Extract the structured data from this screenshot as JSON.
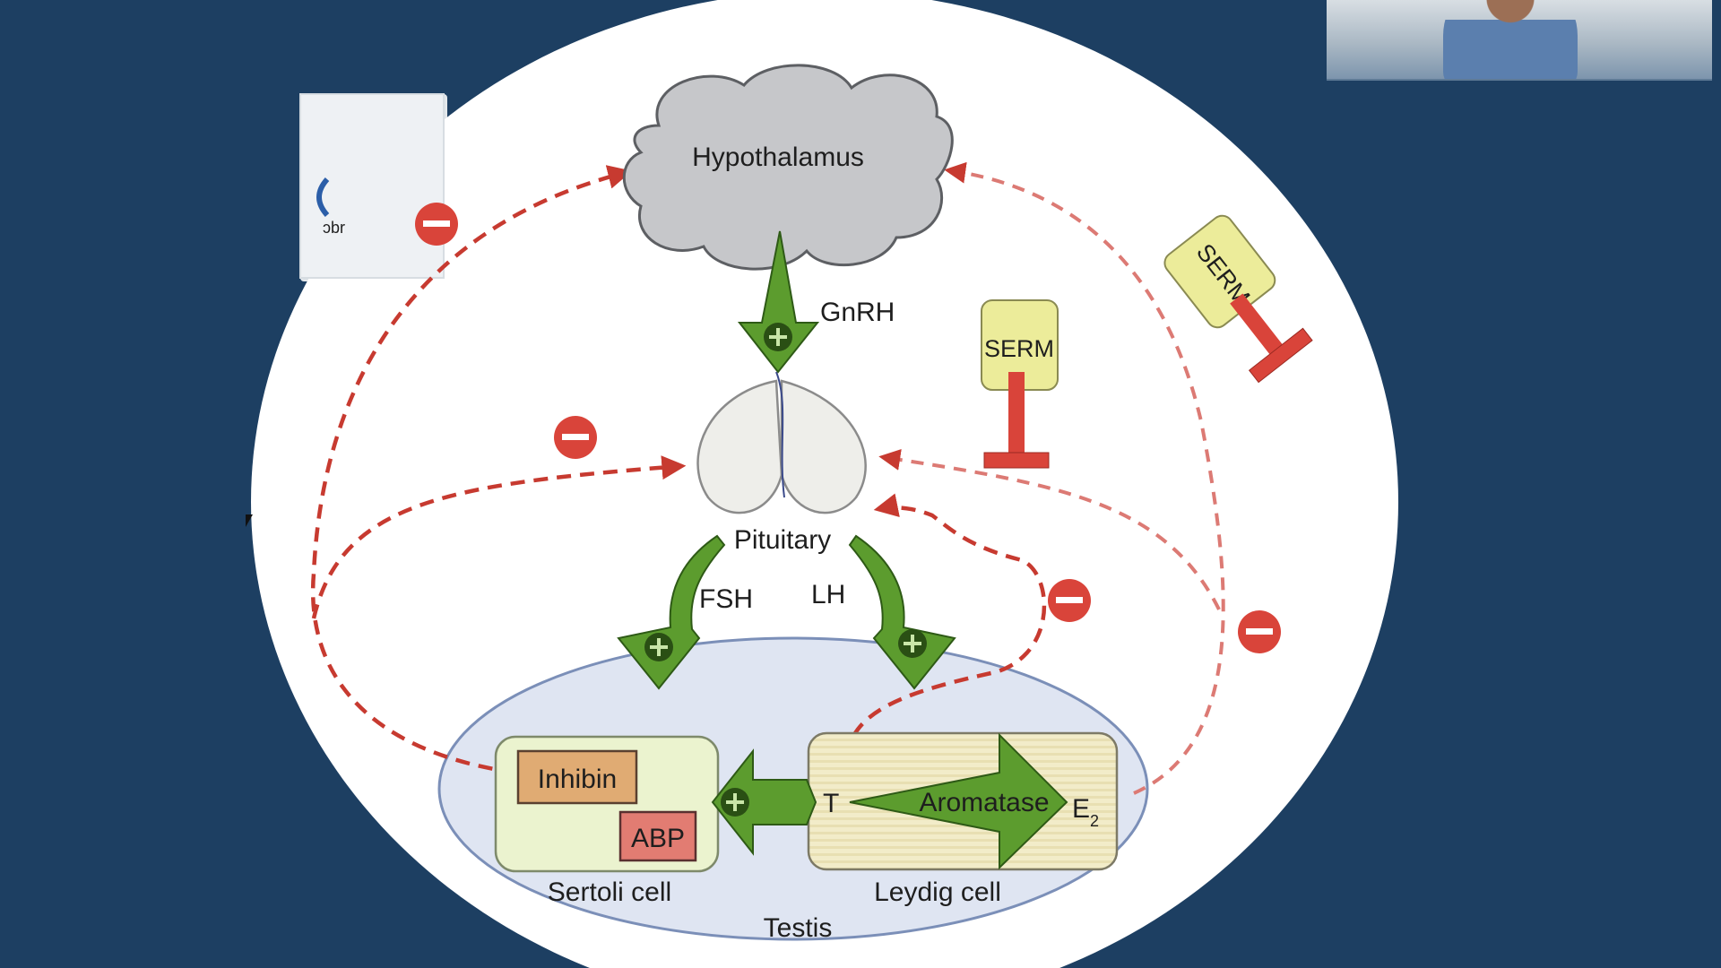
{
  "diagram": {
    "hypothalamus": "Hypothalamus",
    "gnrh": "GnRH",
    "pituitary": "Pituitary",
    "fsh": "FSH",
    "lh": "LH",
    "inhibin": "Inhibin",
    "abp": "ABP",
    "t": "T",
    "aromatase": "Aromatase",
    "e2_base": "E",
    "e2_sub": "2",
    "sertoli": "Sertoli cell",
    "leydig": "Leydig cell",
    "testis": "Testis",
    "serm_vertical": "SERM",
    "serm_rotated": "SERM",
    "thumb_text": "ɔbr"
  },
  "colors": {
    "background": "#1d3f62",
    "arrow_green": "#5c9c2e",
    "inhibit_red": "#d9443a",
    "dash_red": "#c73a30",
    "serm_yellow": "#ecec9a",
    "inhibin_box": "#e0ab73",
    "abp_box": "#e27c72",
    "testis_fill": "#dfe5f2",
    "cell_fill": "#ebf3cf"
  }
}
